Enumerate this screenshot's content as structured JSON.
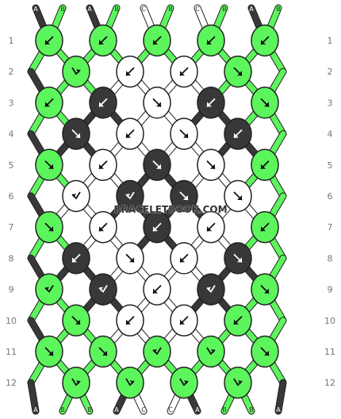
{
  "watermark": "BRACELETBOOK.COM",
  "colors": {
    "A": "#383838",
    "B": "#5cf55c",
    "C": "#ffffff",
    "outline": "#222222"
  },
  "top_strand_labels": [
    "A",
    "B",
    "A",
    "B",
    "C",
    "B",
    "C",
    "B",
    "A",
    "B"
  ],
  "bottom_strand_labels": [
    "A",
    "B",
    "B",
    "A",
    "C",
    "C",
    "A",
    "B",
    "B",
    "A"
  ],
  "row_labels": [
    "1",
    "2",
    "3",
    "4",
    "5",
    "6",
    "7",
    "8",
    "9",
    "10",
    "11",
    "12"
  ],
  "knot_rows": [
    [
      {
        "color": "B",
        "arrow": "backward"
      },
      {
        "color": "B",
        "arrow": "backward"
      },
      {
        "color": "B",
        "arrow": "backward"
      },
      {
        "color": "B",
        "arrow": "backward"
      },
      {
        "color": "B",
        "arrow": "backward"
      }
    ],
    [
      {
        "color": "B",
        "arrow": "forward-back"
      },
      {
        "color": "C",
        "arrow": "backward"
      },
      {
        "color": "C",
        "arrow": "backward"
      },
      {
        "color": "B",
        "arrow": "forward"
      }
    ],
    [
      {
        "color": "B",
        "arrow": "backward"
      },
      {
        "color": "A",
        "arrow": "backward"
      },
      {
        "color": "C",
        "arrow": "forward"
      },
      {
        "color": "A",
        "arrow": "backward"
      },
      {
        "color": "B",
        "arrow": "forward"
      }
    ],
    [
      {
        "color": "A",
        "arrow": "forward"
      },
      {
        "color": "C",
        "arrow": "backward"
      },
      {
        "color": "C",
        "arrow": "forward"
      },
      {
        "color": "A",
        "arrow": "backward"
      }
    ],
    [
      {
        "color": "B",
        "arrow": "forward"
      },
      {
        "color": "C",
        "arrow": "backward"
      },
      {
        "color": "A",
        "arrow": "forward"
      },
      {
        "color": "C",
        "arrow": "forward"
      },
      {
        "color": "B",
        "arrow": "backward"
      }
    ],
    [
      {
        "color": "C",
        "arrow": "backward-back"
      },
      {
        "color": "A",
        "arrow": "backward-back"
      },
      {
        "color": "A",
        "arrow": "forward"
      },
      {
        "color": "C",
        "arrow": "forward"
      }
    ],
    [
      {
        "color": "B",
        "arrow": "forward"
      },
      {
        "color": "C",
        "arrow": "backward"
      },
      {
        "color": "A",
        "arrow": "backward"
      },
      {
        "color": "C",
        "arrow": "backward"
      },
      {
        "color": "B",
        "arrow": "backward"
      }
    ],
    [
      {
        "color": "A",
        "arrow": "backward"
      },
      {
        "color": "C",
        "arrow": "forward"
      },
      {
        "color": "C",
        "arrow": "backward"
      },
      {
        "color": "A",
        "arrow": "forward"
      }
    ],
    [
      {
        "color": "B",
        "arrow": "backward-back"
      },
      {
        "color": "A",
        "arrow": "backward-back"
      },
      {
        "color": "C",
        "arrow": "backward"
      },
      {
        "color": "A",
        "arrow": "backward-back"
      },
      {
        "color": "B",
        "arrow": "forward"
      }
    ],
    [
      {
        "color": "B",
        "arrow": "forward"
      },
      {
        "color": "C",
        "arrow": "backward"
      },
      {
        "color": "C",
        "arrow": "backward"
      },
      {
        "color": "B",
        "arrow": "backward"
      }
    ],
    [
      {
        "color": "B",
        "arrow": "forward"
      },
      {
        "color": "B",
        "arrow": "forward"
      },
      {
        "color": "B",
        "arrow": "backward-back"
      },
      {
        "color": "B",
        "arrow": "forward-back"
      },
      {
        "color": "B",
        "arrow": "forward"
      }
    ],
    [
      {
        "color": "B",
        "arrow": "forward-back"
      },
      {
        "color": "B",
        "arrow": "forward-back"
      },
      {
        "color": "B",
        "arrow": "forward-back"
      },
      {
        "color": "B",
        "arrow": "forward-back"
      }
    ]
  ]
}
